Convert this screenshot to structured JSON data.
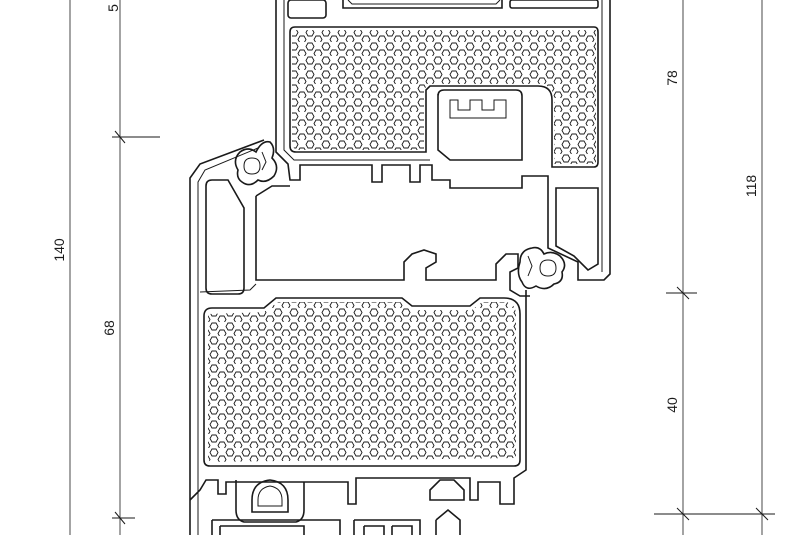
{
  "dimensions": {
    "left_top": "5",
    "left_total": "140",
    "left_lower": "68",
    "right_upper": "78",
    "right_total": "118",
    "right_lower": "40"
  },
  "colors": {
    "line": "#1a1a1a",
    "background": "#ffffff"
  }
}
